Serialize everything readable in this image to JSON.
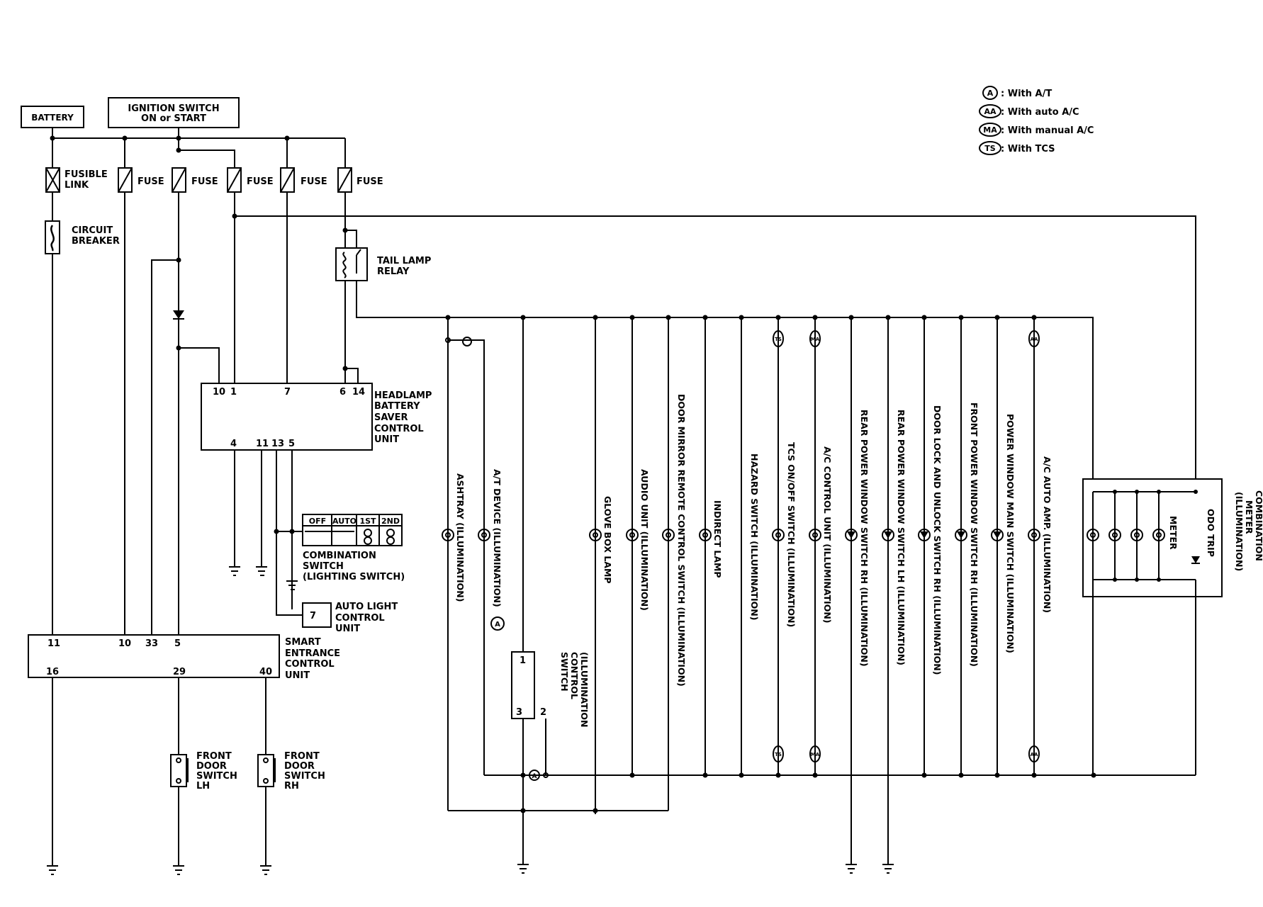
{
  "legend": [
    {
      "symbol": "A",
      "text": ": With A/T"
    },
    {
      "symbol": "AA",
      "text": ": With auto A/C"
    },
    {
      "symbol": "MA",
      "text": ": With manual A/C"
    },
    {
      "symbol": "TS",
      "text": ": With TCS"
    }
  ],
  "power": {
    "battery": "BATTERY",
    "ignition_line1": "IGNITION SWITCH",
    "ignition_line2": "ON or START",
    "fusible_link_1": "FUSIBLE",
    "fusible_link_2": "LINK",
    "fuse": "FUSE",
    "circuit_breaker_1": "CIRCUIT",
    "circuit_breaker_2": "BREAKER"
  },
  "tail_lamp_relay": {
    "line1": "TAIL LAMP",
    "line2": "RELAY"
  },
  "headlamp_unit": {
    "lines": [
      "HEADLAMP",
      "BATTERY",
      "SAVER",
      "CONTROL",
      "UNIT"
    ],
    "top_pins": {
      "p10": "10",
      "p1": "1",
      "p7": "7",
      "p6": "6",
      "p14": "14"
    },
    "bottom_pins": {
      "p4": "4",
      "p11": "11",
      "p13": "13",
      "p5": "5"
    }
  },
  "combination_switch": {
    "headers": [
      "OFF",
      "AUTO",
      "1ST",
      "2ND"
    ],
    "lines": [
      "COMBINATION",
      "SWITCH",
      "(LIGHTING SWITCH)"
    ]
  },
  "auto_light": {
    "pin": "7",
    "lines": [
      "AUTO LIGHT",
      "CONTROL",
      "UNIT"
    ]
  },
  "smart_entrance": {
    "lines": [
      "SMART",
      "ENTRANCE",
      "CONTROL",
      "UNIT"
    ],
    "top_pins": {
      "p11": "11",
      "p10": "10",
      "p33": "33",
      "p5": "5"
    },
    "bottom_pins": {
      "p16": "16",
      "p29": "29",
      "p40": "40"
    }
  },
  "door_switch_lh": [
    "FRONT",
    "DOOR",
    "SWITCH",
    "LH"
  ],
  "door_switch_rh": [
    "FRONT",
    "DOOR",
    "SWITCH",
    "RH"
  ],
  "illum_control_switch": {
    "lines": [
      "(ILLUMINATION",
      "CONTROL",
      "SWITCH"
    ],
    "pins": {
      "p1": "1",
      "p3": "3",
      "p2": "2"
    }
  },
  "loads": [
    "ASHTRAY (ILLUMINATION)",
    "A/T DEVICE (ILLUMINATION)",
    "GLOVE BOX LAMP",
    "AUDIO UNIT (ILLUMINATION)",
    "DOOR MIRROR REMOTE CONTROL SWITCH (ILLUMINATION)",
    "INDIRECT LAMP",
    "HAZARD SWITCH (ILLUMINATION)",
    "TCS ON/OFF SWITCH (ILLUMINATION)",
    "A/C CONTROL UNIT (ILLUMINATION)",
    "REAR POWER WINDOW SWITCH RH (ILLUMINATION)",
    "REAR POWER WINDOW SWITCH LH (ILLUMINATION)",
    "DOOR LOCK AND UNLOCK SWITCH RH (ILLUMINATION)",
    "FRONT POWER WINDOW SWITCH RH (ILLUMINATION)",
    "POWER WINDOW MAIN SWITCH (ILLUMINATION)",
    "A/C AUTO AMP. (ILLUMINATION)"
  ],
  "at_device_marker": "A",
  "wire_markers": {
    "ts": "TS",
    "ma": "MA",
    "aa": "AA",
    "a": "A"
  },
  "combination_meter": {
    "lines": [
      "COMBINATION",
      "METER",
      "(ILLUMINATION)"
    ],
    "meter": "METER",
    "odo_trip": "ODO TRIP"
  }
}
